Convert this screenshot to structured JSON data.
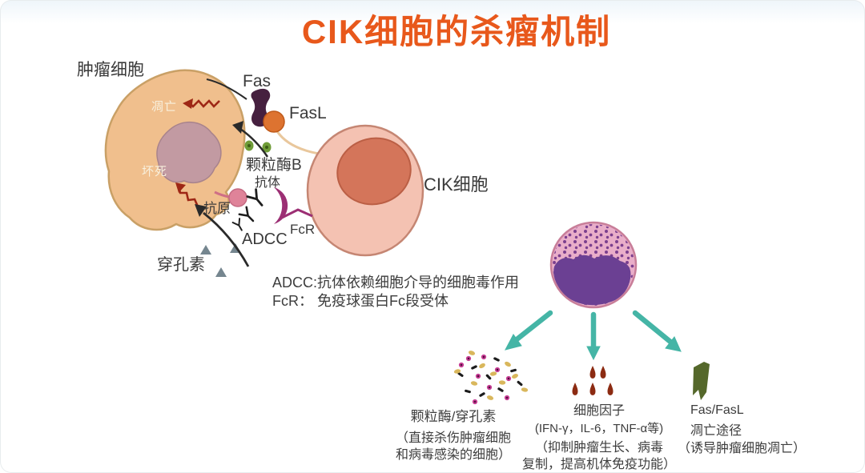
{
  "title": "CIK细胞的杀瘤机制",
  "tumor": {
    "label": "肿瘤细胞",
    "apoptosis": "凋亡",
    "necrosis": "坏死"
  },
  "molecules": {
    "fas": "Fas",
    "fasl": "FasL",
    "granzyme_b": "颗粒酶B",
    "antibody": "抗体",
    "antigen": "抗原",
    "adcc": "ADCC",
    "fcr": "FcR",
    "perforin": "穿孔素"
  },
  "cik": {
    "label": "CIK细胞"
  },
  "definitions": {
    "adcc": "ADCC:抗体依赖细胞介导的细胞毒作用",
    "fcr": "FcR： 免疫球蛋白Fc段受体"
  },
  "outcomes": [
    {
      "title": "颗粒酶/穿孔素",
      "lines": [
        "（直接杀伤肿瘤细胞",
        "和病毒感染的细胞）"
      ]
    },
    {
      "title": "细胞因子",
      "subtitle": "(IFN-γ，IL-6，TNF-α等)",
      "lines": [
        "（抑制肿瘤生长、病毒",
        "复制，提高机体免疫功能）"
      ]
    },
    {
      "title": "Fas/FasL",
      "subtitle": "凋亡途径",
      "lines": [
        "（诱导肿瘤细胞凋亡）"
      ]
    }
  ],
  "colors": {
    "title_text": "#e8581b",
    "tumor_body": "#f0bf8d",
    "tumor_outline": "#c9a066",
    "tumor_nucleus": "#c29aa2",
    "cik_body": "#f4c2b2",
    "cik_outline": "#c58673",
    "cik_nucleus": "#d4755a",
    "effector_body": "#e9aec9",
    "effector_outline": "#c87e99",
    "effector_nucleus": "#6b4093",
    "arrow_teal": "#45b5a6",
    "fas_shape": "#46203f",
    "fasl_shape": "#dd7330",
    "granzyme_dot": "#6f9c38",
    "fcr_shape": "#9c2f74",
    "antigen_dot": "#df8399",
    "perforin_triangle": "#75868f",
    "zigzag_red": "#9e2715",
    "droplet": "#8c2b12",
    "ribbon": "#55682b",
    "particle_black": "#1c1c1c",
    "particle_magenta": "#c53b92",
    "particle_yellow": "#d9b75c"
  }
}
